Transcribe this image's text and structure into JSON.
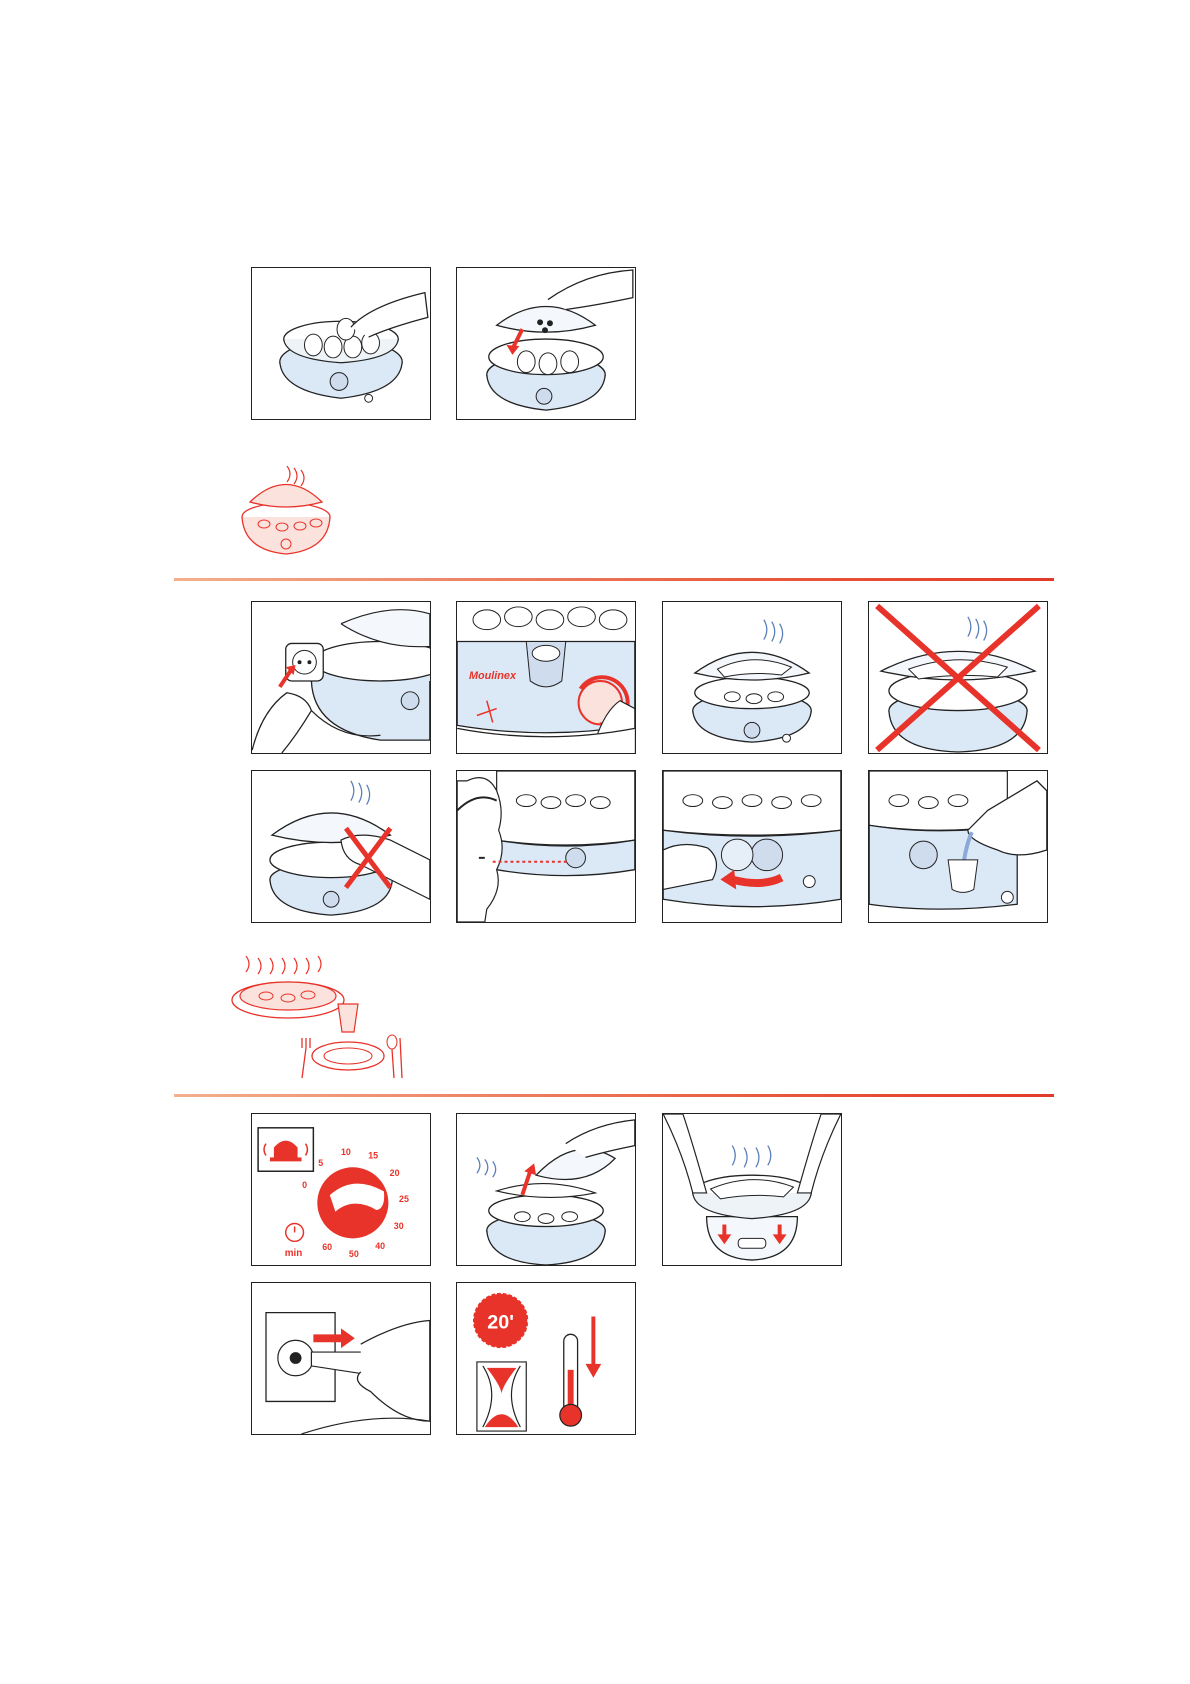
{
  "colors": {
    "accent_red": "#e8332a",
    "steamer_blue": "#dbe8f6",
    "line": "#222222",
    "divider_light": "#f3b08c",
    "divider_dark": "#e23a2a"
  },
  "section3": {
    "timer_dial": {
      "marks": [
        "0",
        "5",
        "10",
        "15",
        "20",
        "25",
        "30",
        "40",
        "50",
        "60"
      ],
      "unit": "min"
    },
    "cooldown_badge": "20'"
  },
  "brand": {
    "wordmark": "Moulinex"
  }
}
